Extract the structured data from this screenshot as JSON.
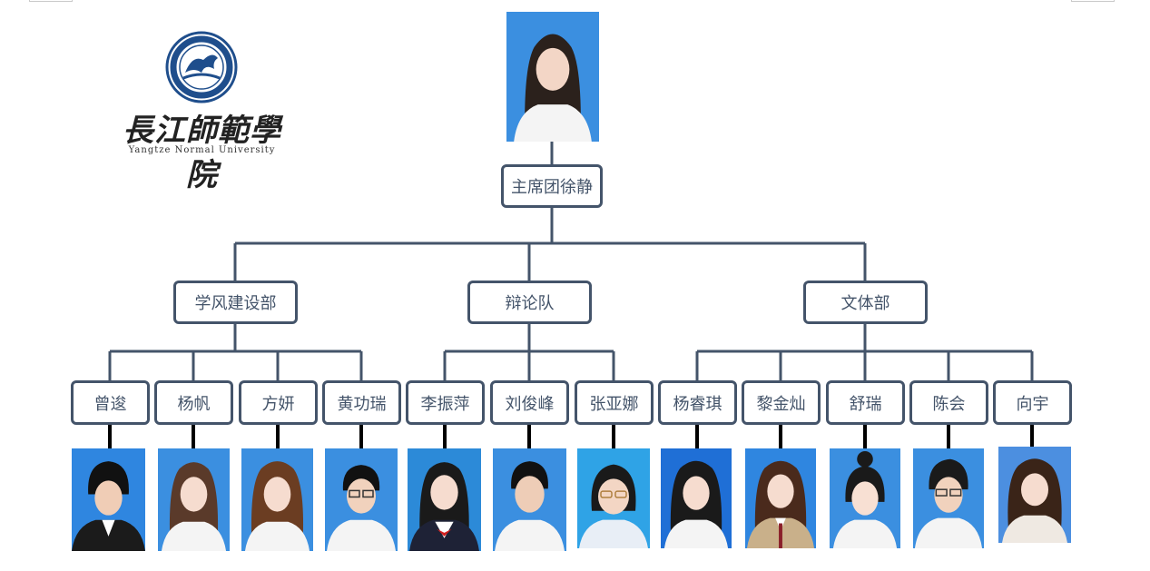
{
  "logo": {
    "name_cn": "長江師範學院",
    "name_en": "Yangtze Normal University"
  },
  "root": {
    "label": "主席团徐静"
  },
  "departments": [
    {
      "label": "学风建设部",
      "members": [
        "曾逡",
        "杨帆",
        "方妍",
        "黄功瑞"
      ]
    },
    {
      "label": "辩论队",
      "members": [
        "李振萍",
        "刘俊峰",
        "张亚娜"
      ]
    },
    {
      "label": "文体部",
      "members": [
        "杨睿琪",
        "黎金灿",
        "舒瑞",
        "陈会",
        "向宇"
      ]
    }
  ],
  "colors": {
    "box_border": "#44546a",
    "connector": "#44546a",
    "text": "#44546a",
    "photo_bg": "#3b8fe0"
  }
}
